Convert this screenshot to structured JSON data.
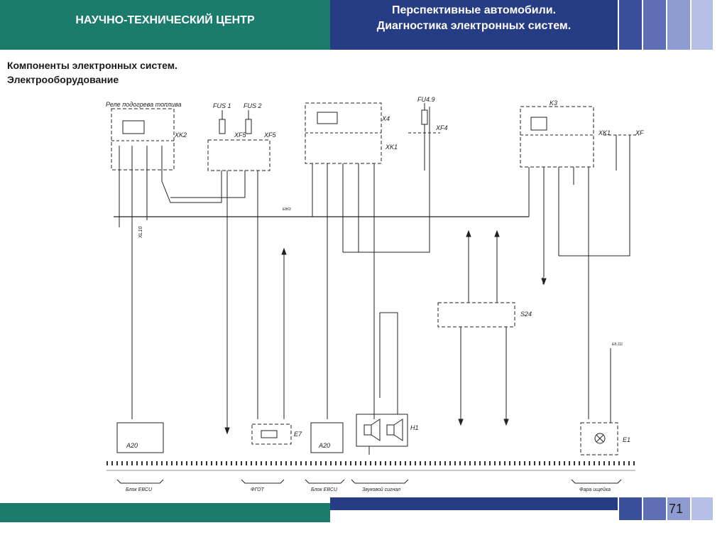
{
  "header": {
    "org": "НАУЧНО-ТЕХНИЧЕСКИЙ ЦЕНТР",
    "title_line1": "Перспективные автомобили.",
    "title_line2": "Диагностика электронных систем."
  },
  "subtitle": {
    "line1": "Компоненты электронных систем.",
    "line2": "Электрооборудование"
  },
  "page_number": "71",
  "colors": {
    "teal": "#1c7c6c",
    "navy": "#263d86",
    "squares": [
      "#3a4f9c",
      "#5e6fb6",
      "#8e9bd0",
      "#b6c0e6"
    ]
  },
  "diagram": {
    "relay_label": "Реле подогрева топлива",
    "fus1": "FUS 1",
    "fus2": "FUS 2",
    "fu49": "FU4.9",
    "xk2": "XK2",
    "xf5a": "XF5",
    "xf5b": "XF5",
    "x4": "X4",
    "xk1a": "XK1",
    "xf4": "XF4",
    "k3": "K3",
    "xk1b": "XK1",
    "xf": "XF",
    "s24": "S24",
    "h1": "H1",
    "e7": "E7",
    "e1": "E1",
    "a20a": "A20",
    "a20b": "A20",
    "xl10": "XL10",
    "e863": "E863",
    "e8111": "E8.111",
    "bottom_labels": [
      "Блок EBCU",
      "ФГОТ",
      "Блок EBCU",
      "Звуковой сигнал",
      "Фара ищейка"
    ]
  }
}
